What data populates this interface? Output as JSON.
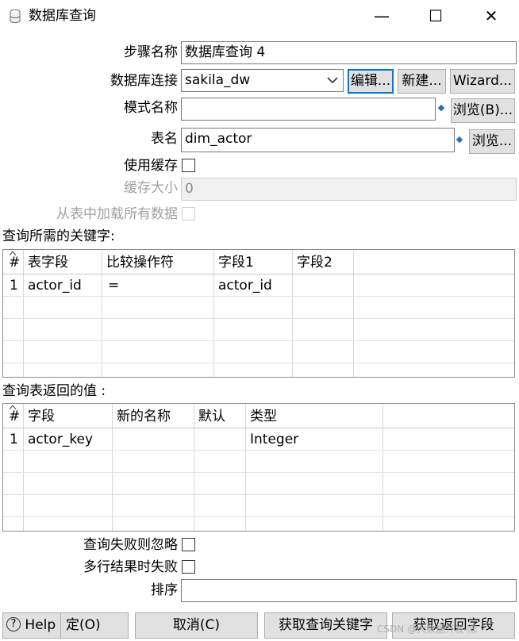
{
  "window": {
    "title": "数据库查询",
    "icon": "database-icon",
    "minimize_glyph": "—",
    "maximize_glyph": "☐",
    "close_glyph": "✕"
  },
  "form": {
    "step_name_label": "步骤名称",
    "step_name_value": "数据库查询 4",
    "connection_label": "数据库连接",
    "connection_value": "sakila_dw",
    "edit_button": "编辑...",
    "new_button": "新建...",
    "wizard_button": "Wizard...",
    "schema_label": "模式名称",
    "schema_value": "",
    "schema_browse_button": "浏览(B)...",
    "table_label": "表名",
    "table_value": "dim_actor",
    "table_browse_button": "浏览...",
    "use_cache_label": "使用缓存",
    "cache_size_label": "缓存大小",
    "cache_size_value": "0",
    "load_all_label": "从表中加载所有数据"
  },
  "keys_section": {
    "title": "查询所需的关键字:",
    "columns": [
      "#",
      "表字段",
      "比较操作符",
      "字段1",
      "字段2"
    ],
    "rows": [
      [
        "1",
        "actor_id",
        "=",
        "actor_id",
        ""
      ]
    ]
  },
  "return_section": {
    "title": "查询表返回的值 :",
    "columns": [
      "#",
      "字段",
      "新的名称",
      "默认",
      "类型"
    ],
    "rows": [
      [
        "1",
        "actor_key",
        "",
        "",
        "Integer"
      ]
    ]
  },
  "options": {
    "fail_ignore_label": "查询失败则忽略",
    "fail_multi_label": "多行结果时失败",
    "order_label": "排序",
    "order_value": ""
  },
  "footer": {
    "help_button": "Help",
    "ok_button": "定(O)",
    "cancel_button": "取消(C)",
    "get_keys_button": "获取查询关键字",
    "get_return_button": "获取返回字段",
    "watermark": "CSDN @大数据开发-陈"
  },
  "colors": {
    "accent": "#0078d7",
    "button_bg": "#e1e1e1",
    "disabled_text": "#a0a0a0"
  }
}
